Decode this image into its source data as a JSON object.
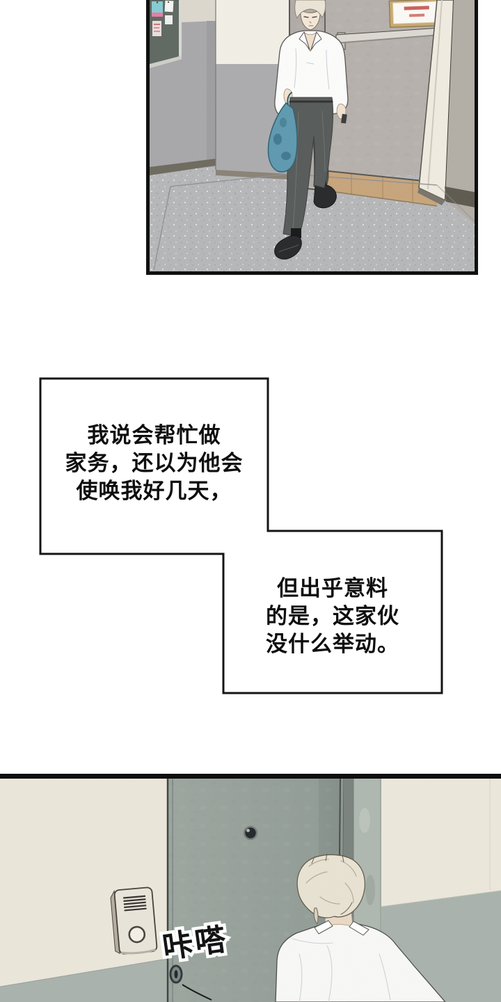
{
  "page": {
    "kind": "webtoon-comic-page",
    "background": "#ffffff"
  },
  "captions": {
    "box1": {
      "lines": [
        "我说会帮忙做",
        "家务，还以为他会",
        "使唤我好几天，"
      ]
    },
    "box2": {
      "lines": [
        "但出乎意料",
        "的是，这家伙",
        "没什么举动。"
      ]
    }
  },
  "panel2": {
    "sfx": "咔嗒"
  },
  "palette": {
    "panel_border": "#101010",
    "caption_border": "#151515",
    "caption_fill": "#ffffff",
    "caption_text": "#0e0e0e",
    "hall_floor": "#b6b7b9",
    "hall_wall_gray": "#a8a8aa",
    "hall_wall_cream": "#f2efe6",
    "hall_door_gray": "#b6b1ad",
    "wood_floor": "#c7a57c",
    "notice_frame_gold": "#c9a96e",
    "bulletin_board": "#5f6961",
    "apartment_wall_cream": "#ebe6da",
    "apartment_wall_sage": "#a9b2ac",
    "apartment_door_sage": "#9ca69f",
    "intercom_body": "#e9e4d9",
    "shirt_white": "#f8f8f6",
    "hair_blonde": "#e8e2d3",
    "trousers_gray": "#575b59",
    "bag_teal": "#5f9ab0",
    "sfx_fill": "#101010",
    "sfx_outline": "#ffffff"
  }
}
